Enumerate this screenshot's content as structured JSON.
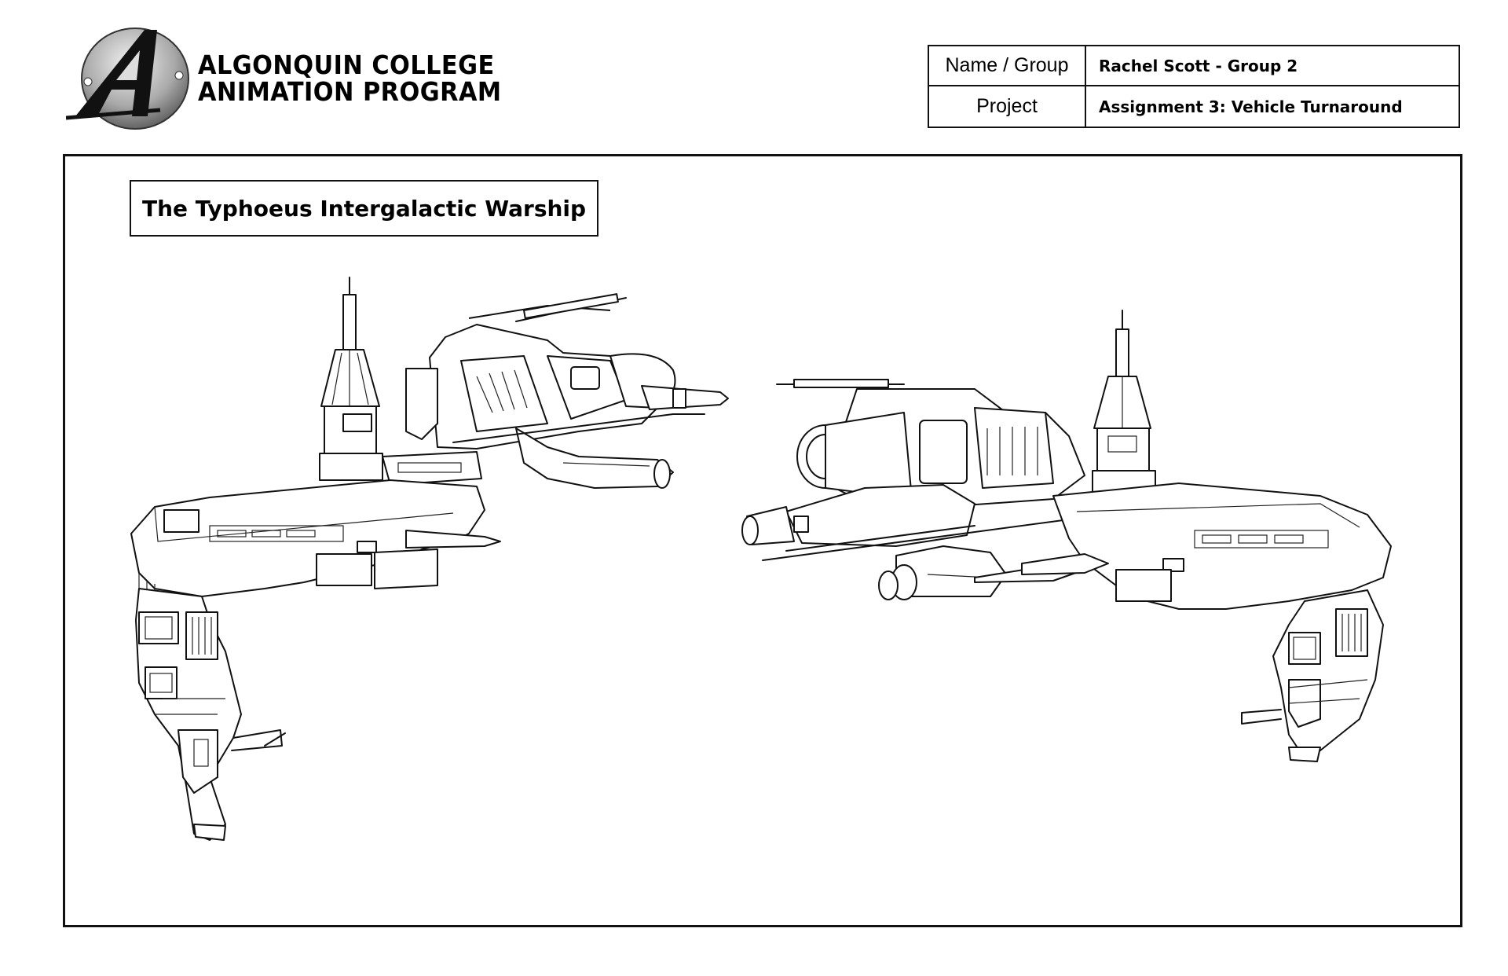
{
  "logo": {
    "line1": "ALGONQUIN COLLEGE",
    "line2": "ANIMATION PROGRAM",
    "emblem_letter": "A"
  },
  "info": {
    "name_label": "Name / Group",
    "name_value": "Rachel Scott - Group 2",
    "project_label": "Project",
    "project_value": "Assignment 3: Vehicle Turnaround"
  },
  "sheet": {
    "title": "The Typhoeus Intergalactic Warship"
  }
}
